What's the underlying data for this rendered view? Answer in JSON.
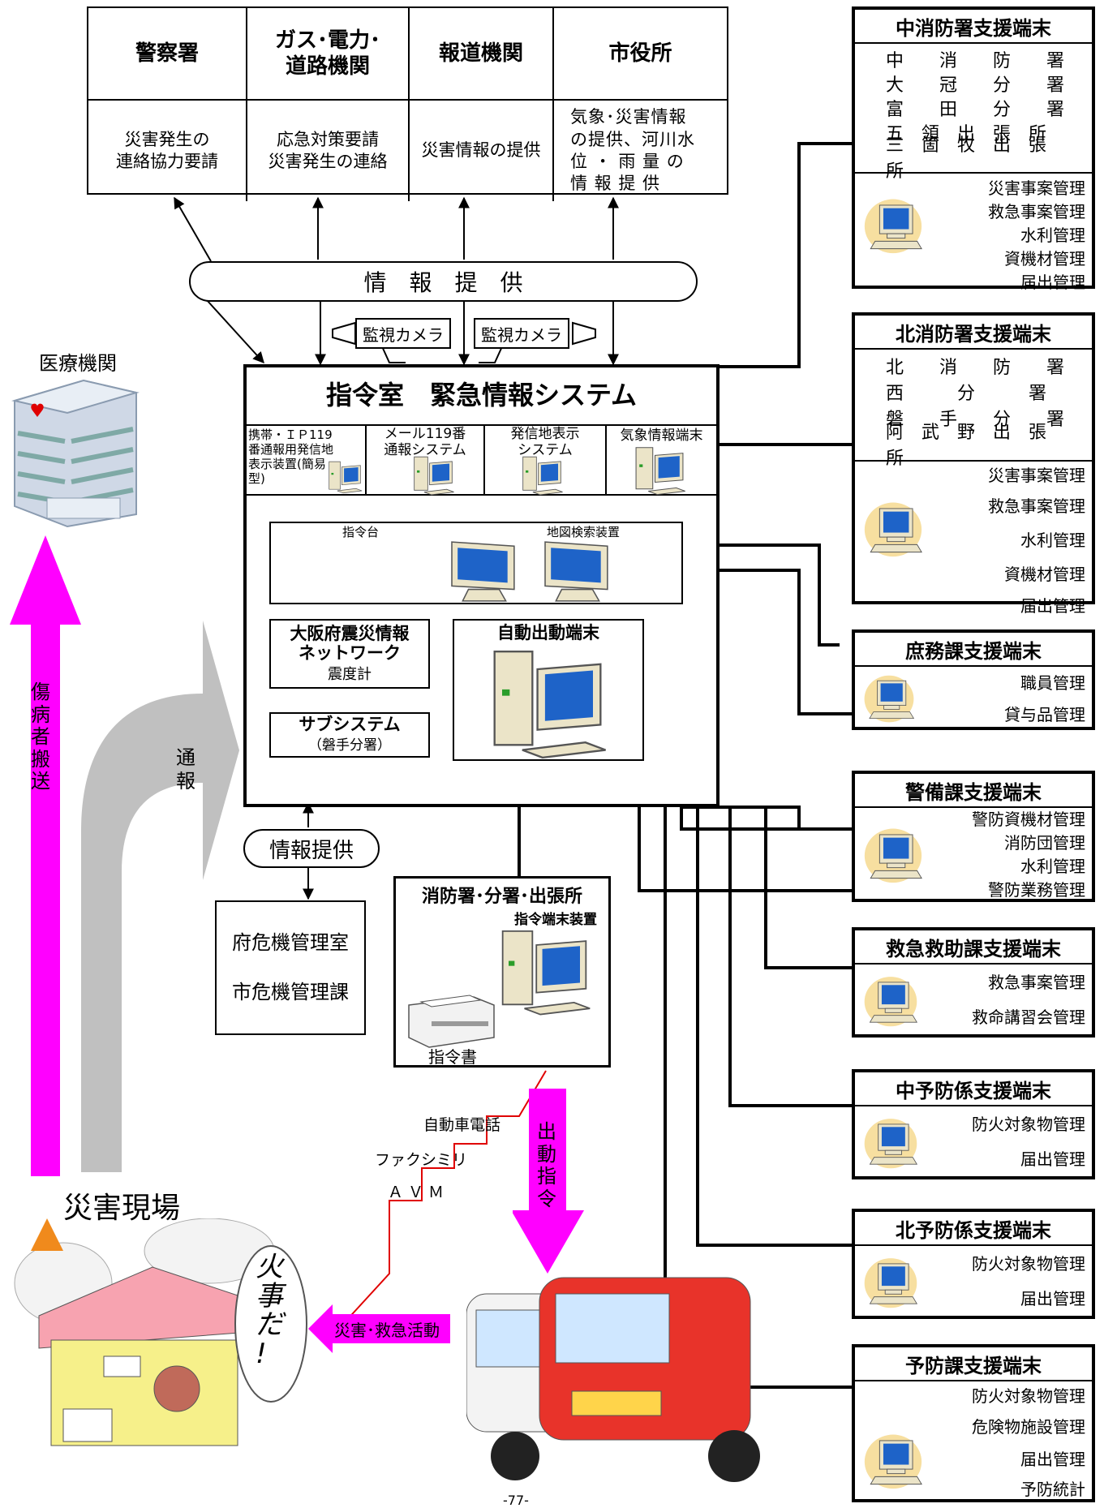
{
  "agencies": [
    {
      "name": "警察署",
      "duty": "災害発生の\n連絡協力要請"
    },
    {
      "name": "ガス･電力･\n道路機関",
      "duty": "応急対策要請\n災害発生の連絡"
    },
    {
      "name": "報道機関",
      "duty": "災害情報の提供"
    },
    {
      "name": "市役所",
      "duty": "気象･災害情報\nの提供、河川水\n位 ・ 雨 量 の\n情 報 提 供"
    }
  ],
  "info_provide_top": "情　報　提　供",
  "cameras": [
    "監視カメラ",
    "監視カメラ"
  ],
  "hospital": "医療機関",
  "system": {
    "title": "指令室　緊急情報システム",
    "cells": [
      "携帯・ＩＰ119番通報用発信地表示装置(簡易型)",
      "メール119番\n通報システム",
      "発信地表示\nシステム",
      "気象情報端末"
    ],
    "console_label": "指令台",
    "map_label": "地図検索装置",
    "osaka_title": "大阪府震災情報\nネットワーク",
    "osaka_sub": "震度計",
    "auto_terminal": "自動出動端末",
    "subsystem_title": "サブシステム",
    "subsystem_sub": "（磐手分署）"
  },
  "info_provide_bottom": "情報提供",
  "crisis_rooms": [
    "府危機管理室",
    "市危機管理課"
  ],
  "station": {
    "title": "消防署･分署･出張所",
    "subtitle": "指令端末装置",
    "printer_label": "指令書"
  },
  "comm_methods": [
    "自動車電話",
    "ファクシミリ",
    "ＡＶＭ"
  ],
  "arrows": {
    "transport": "傷\n病\n者\n搬\n送",
    "report": "通\n報",
    "dispatch": "出\n動\n指\n令",
    "activity": "災害･救急活動"
  },
  "scene_label": "災害現場",
  "fire_shout": "火\n事\nだ\n!",
  "panels": [
    {
      "title": "中消防署支援端末",
      "locations": [
        "中　　消　　防　　署",
        "大　　冠　　分　　署",
        "富　　田　　分　　署",
        "五　領　出　張　所",
        "三　箇　牧　出　張　所"
      ],
      "items": [
        "災害事案管理",
        "救急事案管理",
        "水利管理",
        "資機材管理",
        "届出管理"
      ]
    },
    {
      "title": "北消防署支援端末",
      "locations": [
        "北　　消　　防　　署",
        "西　　　分　　　署",
        "磐　　手　　分　　署",
        "阿　武　野　出　張　所"
      ],
      "items": [
        "災害事案管理",
        "救急事案管理",
        "水利管理",
        "資機材管理",
        "届出管理"
      ]
    },
    {
      "title": "庶務課支援端末",
      "locations": [],
      "items": [
        "職員管理",
        "貸与品管理"
      ]
    },
    {
      "title": "警備課支援端末",
      "locations": [],
      "items": [
        "警防資機材管理",
        "消防団管理",
        "水利管理",
        "警防業務管理"
      ]
    },
    {
      "title": "救急救助課支援端末",
      "locations": [],
      "items": [
        "救急事案管理",
        "救命講習会管理"
      ]
    },
    {
      "title": "中予防係支援端末",
      "locations": [],
      "items": [
        "防火対象物管理",
        "届出管理"
      ]
    },
    {
      "title": "北予防係支援端末",
      "locations": [],
      "items": [
        "防火対象物管理",
        "届出管理"
      ]
    },
    {
      "title": "予防課支援端末",
      "locations": [],
      "items": [
        "防火対象物管理",
        "危険物施設管理",
        "届出管理",
        "予防統計"
      ]
    }
  ],
  "page_number": "-77-",
  "colors": {
    "magenta": "#ff00ff",
    "gray": "#c0c0c0",
    "monitor_blue": "#1e63c8",
    "pc_beige": "#ebe4c8",
    "icon_bg": "#f7dfa0",
    "red_line": "#e00000"
  }
}
